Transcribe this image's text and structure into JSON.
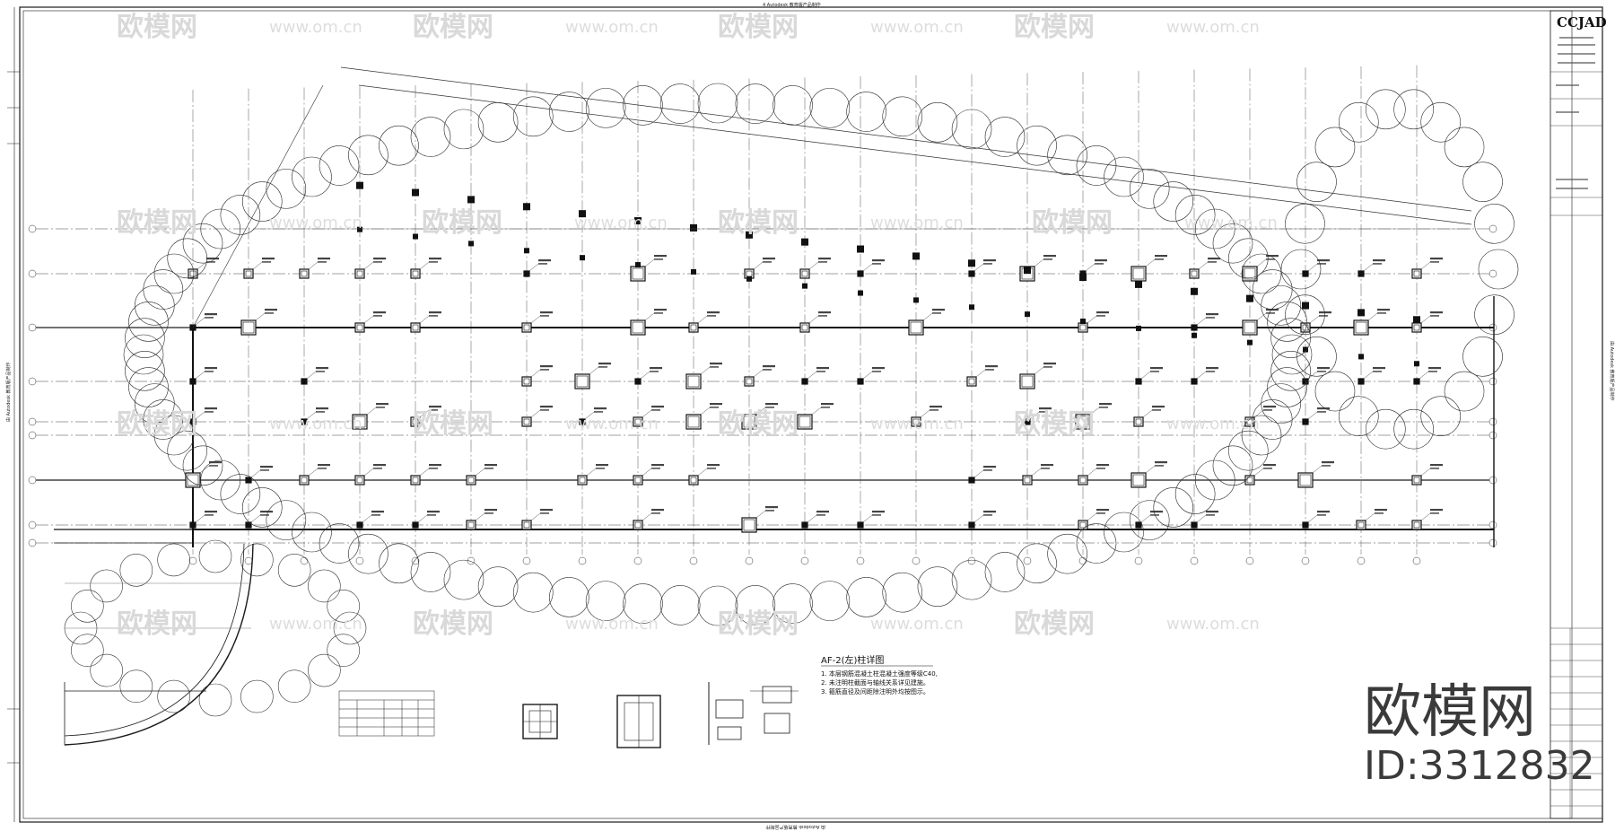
{
  "drawing": {
    "top_caption": "4 Autodesk 教育版产品制作",
    "bottom_caption": "由 Autodesk 教育版产品制作",
    "left_caption": "由 Autodesk 教育版产品制作",
    "right_caption": "由 Autodesk 教育版产品制作"
  },
  "title_block": {
    "logo": "CCJAD"
  },
  "notes": {
    "heading": "AF-2(左)柱详图",
    "items": [
      "1. 本层钢筋混凝土柱混凝土强度等级C40,",
      "2. 未注明柱截面与轴线关系详见建施。",
      "3. 箍筋直径及间距除注明外均按图示。"
    ]
  },
  "watermark": {
    "brand": "欧模网",
    "url": "www.om.cn",
    "big_brand": "欧模网",
    "id": "ID:3312832"
  },
  "colors": {
    "line": "#1a1a1a",
    "grid": "#555555",
    "watermark": "#d9d9d9"
  }
}
